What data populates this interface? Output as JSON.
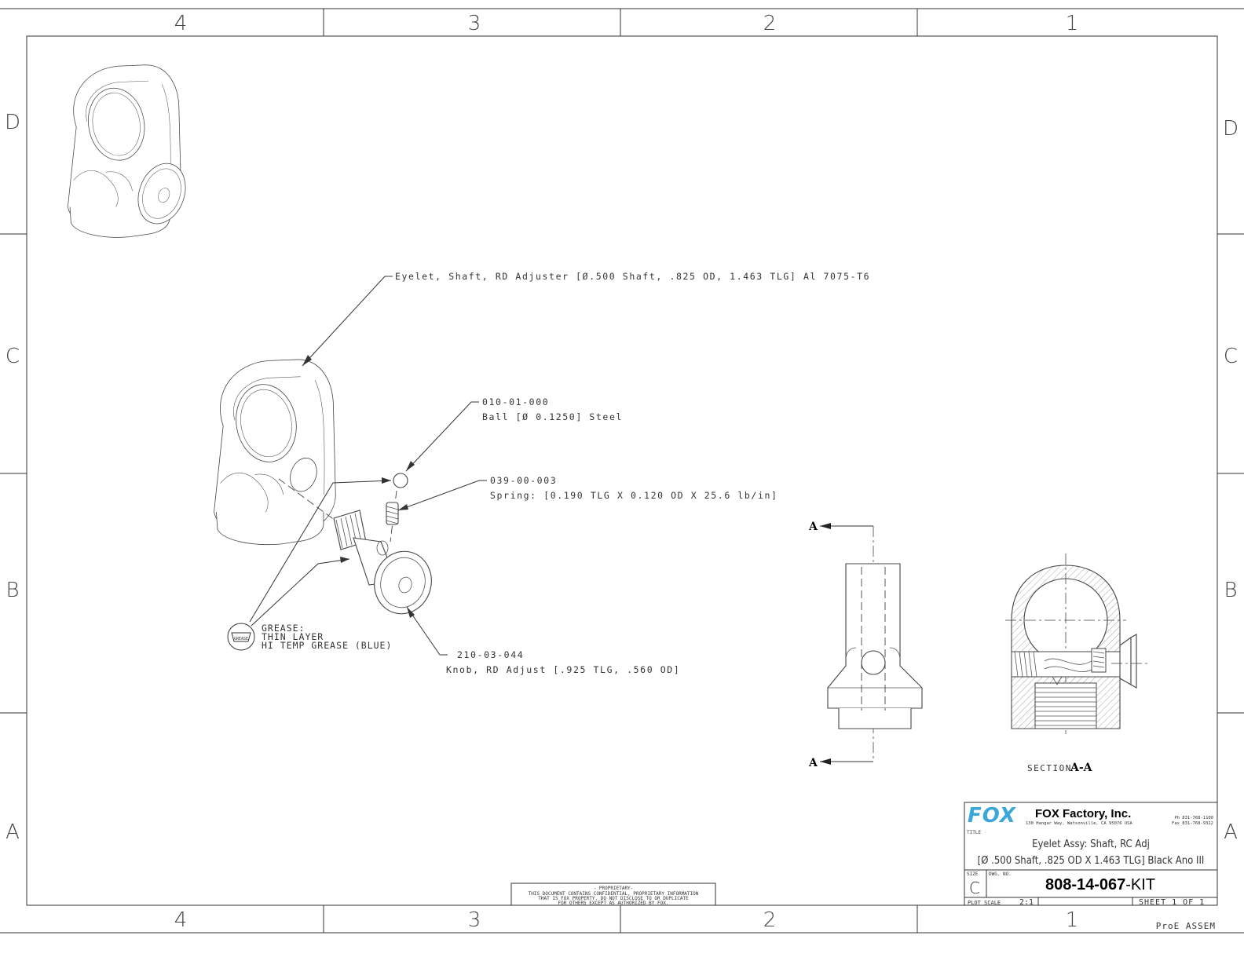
{
  "zones": {
    "columns": [
      "4",
      "3",
      "2",
      "1"
    ],
    "rows": [
      "D",
      "C",
      "B",
      "A"
    ]
  },
  "callouts": {
    "eyelet": "Eyelet, Shaft, RD Adjuster [Ø.500 Shaft, .825 OD, 1.463 TLG] Al 7075-T6",
    "ball_part": "010-01-000",
    "ball_desc": "Ball [Ø 0.1250] Steel",
    "spring_part": "039-00-003",
    "spring_desc": "Spring: [0.190 TLG X 0.120 OD X 25.6 lb/in]",
    "knob_part": "210-03-044",
    "knob_desc": "Knob, RD Adjust [.925 TLG, .560 OD]",
    "grease_symbol": "GREASE",
    "grease_line1": "GREASE:",
    "grease_line2": "THIN LAYER",
    "grease_line3": "HI TEMP GREASE (BLUE)"
  },
  "section": {
    "marker": "A",
    "label_prefix": "SECTION",
    "label_id": "A-A"
  },
  "proprietary": {
    "line1": "- PROPRIETARY-",
    "line2": "THIS DOCUMENT CONTAINS CONFIDENTIAL, PROPRIETARY INFORMATION",
    "line3": "THAT IS FOX PROPERTY.  DO NOT DISCLOSE TO OR DUPLICATE",
    "line4": "FOR OTHERS EXCEPT AS AUTHORIZED BY FOX."
  },
  "title_block": {
    "logo": "FOX",
    "company": "FOX Factory, Inc.",
    "address": "130 Hangar Way, Watsonville, CA 95076 USA",
    "phone": "Ph 831-768-1100",
    "fax": "Fax 831-768-9312",
    "title_label": "TITLE",
    "title_line1": "Eyelet Assy: Shaft, RC Adj",
    "title_line2": "[Ø .500 Shaft, .825 OD X 1.463 TLG] Black Ano III",
    "size_label": "SIZE",
    "size_value": "C",
    "dwg_label": "DWG. NO.",
    "dwg_number": "808-14-067",
    "dwg_suffix": "-KIT",
    "plot_scale_label": "PLOT SCALE",
    "plot_scale": "2:1",
    "sheet": "SHEET 1 OF 1"
  },
  "footer_note": "ProE ASSEM"
}
